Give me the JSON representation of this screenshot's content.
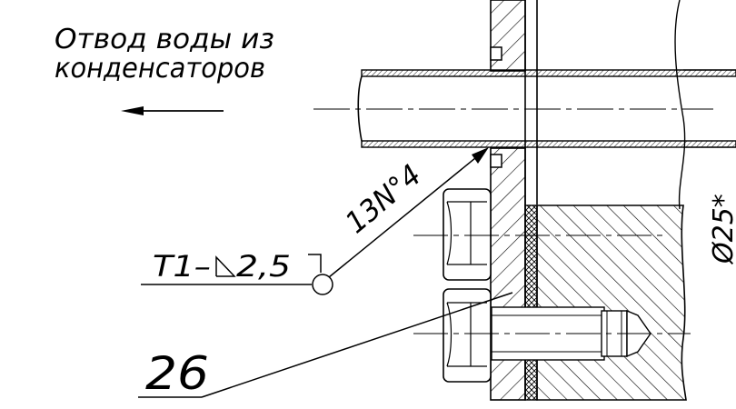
{
  "annotations": {
    "flow_label_line1": "Отвод воды из",
    "flow_label_line2": "конденсаторов",
    "weld_mark": "13N°4",
    "weld_symbol_prefix": "T1–",
    "weld_symbol_size": "2,5",
    "diameter_mark": "Ø25*",
    "part_number": "26"
  },
  "colors": {
    "ink": "#000000",
    "background": "#ffffff"
  }
}
